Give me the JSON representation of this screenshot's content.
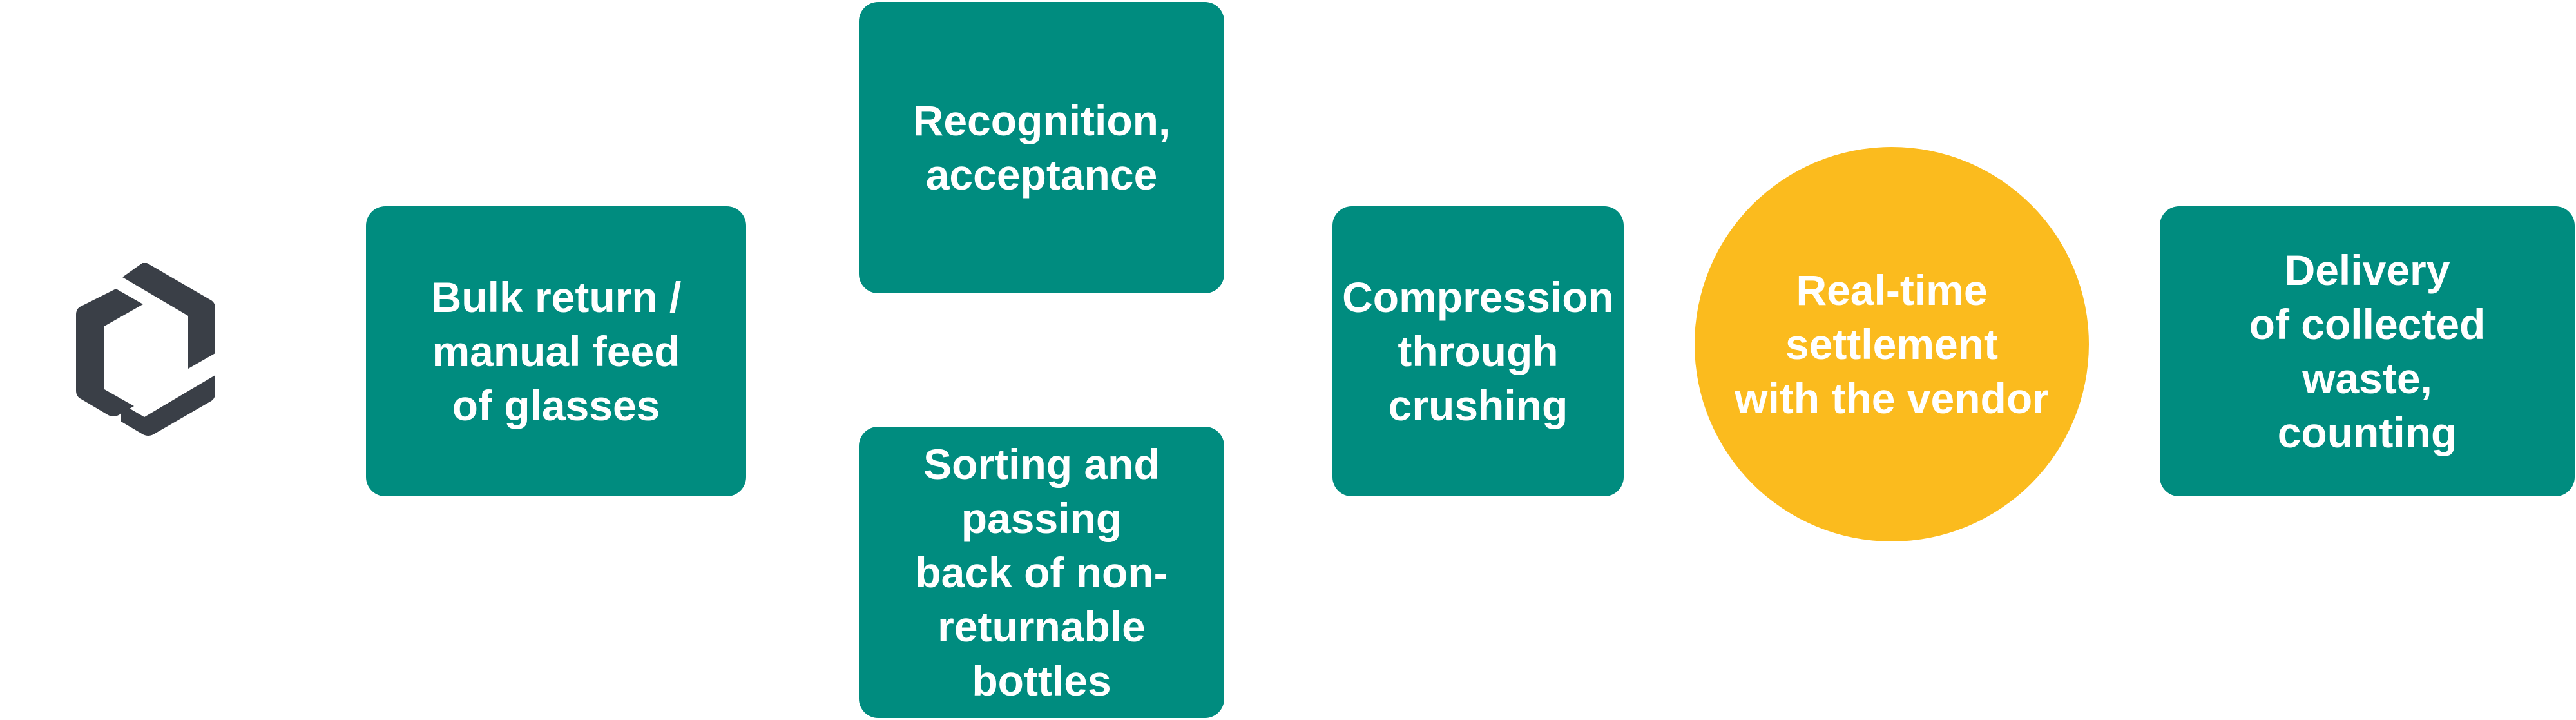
{
  "logo": {
    "icon": "recycling-hexagon-logo-icon",
    "color": "#3a3f47"
  },
  "colors": {
    "box": "#008c7f",
    "highlight": "#fbbb1e",
    "text": "#ffffff"
  },
  "steps": {
    "bulk_return": "Bulk return /\nmanual feed\nof glasses",
    "recognition": "Recognition,\nacceptance",
    "sorting": "Sorting and\npassing\nback of non-\nreturnable\nbottles",
    "compression": "Compression\nthrough\ncrushing",
    "settlement": "Real-time\nsettlement\nwith the vendor",
    "delivery": "Delivery\nof collected\nwaste,\ncounting"
  }
}
